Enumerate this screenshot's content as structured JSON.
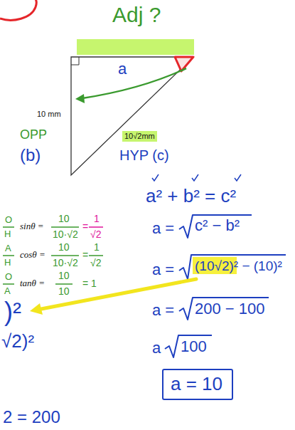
{
  "diagram": {
    "nodes": [
      {
        "text": [
          "a = 10"
        ]
      }
    ],
    "labels": [
      "Adj ?",
      "a",
      "10 mm",
      "OPP",
      "(b)",
      "10√2mm",
      "HYP (c)",
      "a² + b² = c²",
      "O",
      "H",
      "sinθ =",
      "10",
      "10·√2",
      "=",
      "1",
      "√2",
      "a =",
      "c² − b²",
      "A",
      "H",
      "cosθ =",
      "10",
      "10·√2",
      "=",
      "1",
      "√2",
      "O",
      "A",
      "tanθ =",
      "10",
      "10",
      "= 1",
      "a =",
      "(10√2)² − (10)²",
      ")²",
      "a =",
      "200 − 100",
      "√2)²",
      "a",
      "100",
      "2 = 200"
    ]
  }
}
